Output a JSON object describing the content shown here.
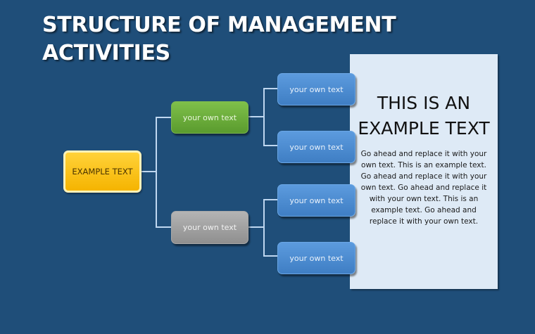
{
  "title": "STRUCTURE OF MANAGEMENT ACTIVITIES",
  "colors": {
    "background": "#1F4E79",
    "connector": "#BFD7F0",
    "root": "#F5B400",
    "branch_green": "#6AAE3A",
    "branch_gray": "#A0A0A0",
    "leaf_blue": "#4F8CD2",
    "panel": "#DEEAF6"
  },
  "diagram": {
    "root": {
      "label": "EXAMPLE TEXT"
    },
    "branches": [
      {
        "label": "your own text",
        "color": "green",
        "leaves": [
          {
            "label": "your own text"
          },
          {
            "label": "your own text"
          }
        ]
      },
      {
        "label": "your own text",
        "color": "gray",
        "leaves": [
          {
            "label": "your own text"
          },
          {
            "label": "your own text"
          }
        ]
      }
    ]
  },
  "panel": {
    "heading": "THIS IS AN EXAMPLE TEXT",
    "body": "Go ahead and replace it with your own text. This is an example text. Go ahead and replace it with your own text. Go ahead and replace it with your own text. This is an example text. Go ahead and replace it with your own text."
  }
}
